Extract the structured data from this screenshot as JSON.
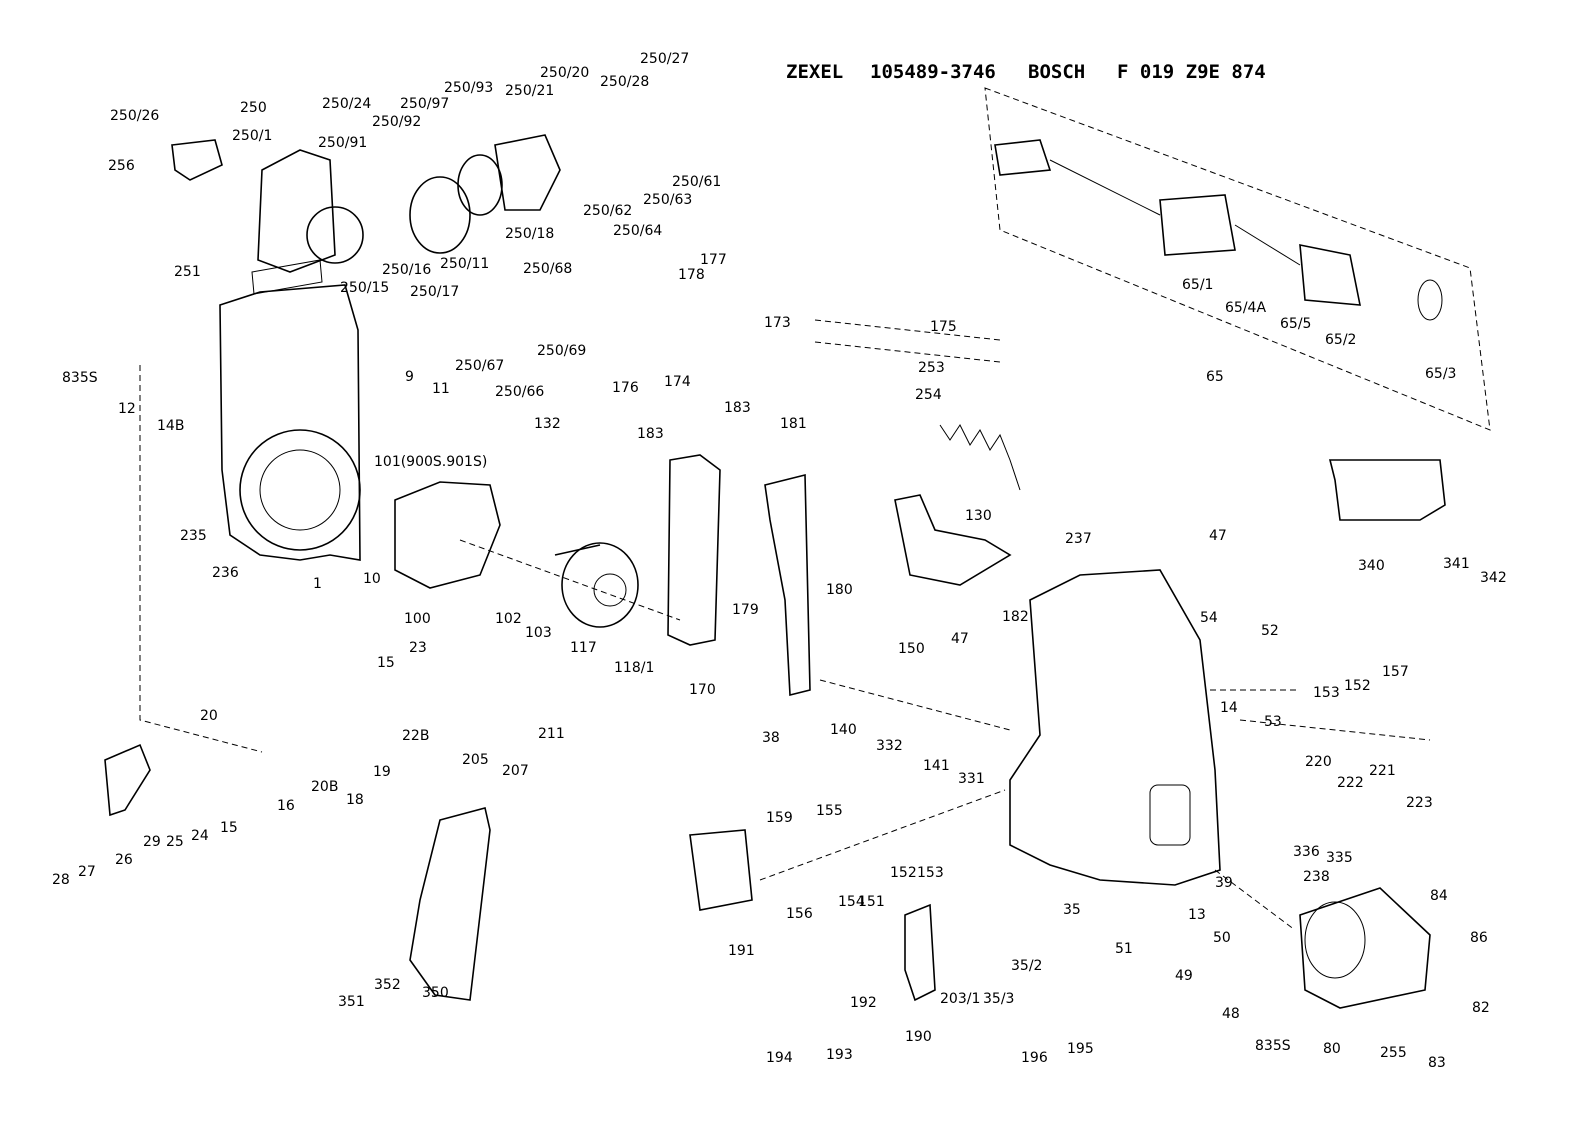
{
  "title": {
    "brand1": "ZEXEL",
    "number1": "105489-3746",
    "brand2": "BOSCH",
    "number2": "F 019 Z9E 874"
  },
  "labels": [
    "250/26",
    "250",
    "250/1",
    "250/24",
    "250/97",
    "250/92",
    "250/91",
    "250/93",
    "250/21",
    "250/20",
    "250/28",
    "250/27",
    "256",
    "250/61",
    "250/62",
    "250/63",
    "250/64",
    "250/18",
    "250/16",
    "250/11",
    "250/15",
    "250/17",
    "251",
    "250/68",
    "250/69",
    "250/67",
    "250/66",
    "835S",
    "12",
    "14B",
    "9",
    "11",
    "101(900S.901S)",
    "132",
    "235",
    "236",
    "1",
    "10",
    "100",
    "102",
    "103",
    "117",
    "178",
    "177",
    "173",
    "175",
    "253",
    "254",
    "176",
    "174",
    "183",
    "183",
    "181",
    "130",
    "65/1",
    "65/4A",
    "65/5",
    "65/2",
    "65/3",
    "65",
    "340",
    "341",
    "342",
    "237",
    "47",
    "54",
    "52",
    "153",
    "152",
    "157",
    "150",
    "180",
    "179",
    "182",
    "47",
    "118/1",
    "170",
    "38",
    "140",
    "332",
    "141",
    "331",
    "14",
    "53",
    "220",
    "222",
    "221",
    "223",
    "336",
    "335",
    "23",
    "15",
    "22B",
    "20",
    "20B",
    "19",
    "18",
    "16",
    "205",
    "207",
    "211",
    "28",
    "27",
    "26",
    "29",
    "25",
    "24",
    "15",
    "159",
    "155",
    "156",
    "154",
    "151",
    "152",
    "153",
    "191",
    "192",
    "193",
    "194",
    "190",
    "203/1",
    "35/3",
    "35/2",
    "196",
    "195",
    "35",
    "51",
    "13",
    "50",
    "39",
    "49",
    "48",
    "835S",
    "238",
    "80",
    "255",
    "84",
    "86",
    "82",
    "83",
    "351",
    "352",
    "350"
  ]
}
